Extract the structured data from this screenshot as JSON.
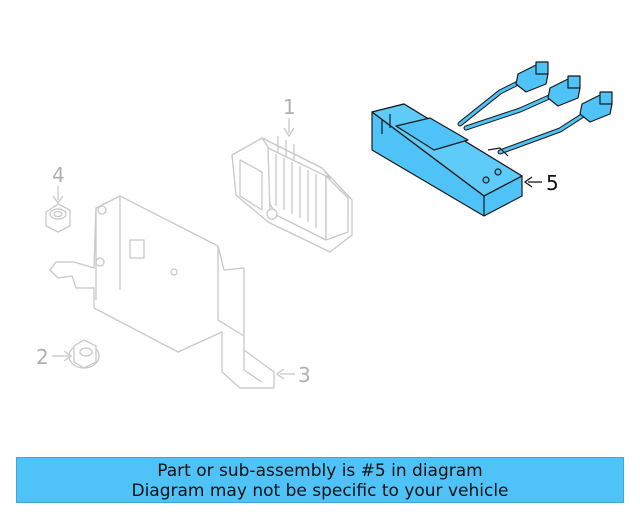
{
  "diagram": {
    "callouts": {
      "c1": "1",
      "c2": "2",
      "c3": "3",
      "c4": "4",
      "c5": "5"
    },
    "colors": {
      "highlight_fill": "#4fc3f7",
      "outline": "#1a1a1a",
      "ghost": "#c8c8c8",
      "ghost_text": "#b0b0b0"
    }
  },
  "banner": {
    "line1": "Part or sub-assembly is #5 in diagram",
    "line2": "Diagram may not be specific to your vehicle"
  }
}
